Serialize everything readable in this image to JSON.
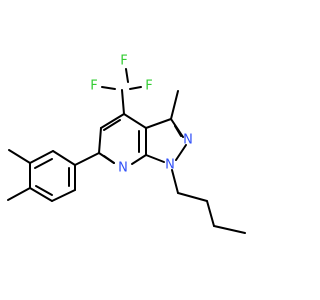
{
  "molecule": {
    "atoms": {
      "F1": {
        "symbol": "F",
        "color": "#33cc33"
      },
      "F2": {
        "symbol": "F",
        "color": "#33cc33"
      },
      "F3": {
        "symbol": "F",
        "color": "#33cc33"
      },
      "N1": {
        "symbol": "N",
        "color": "#3050f8"
      },
      "N2": {
        "symbol": "N",
        "color": "#3050f8"
      },
      "N3": {
        "symbol": "N",
        "color": "#3050f8"
      }
    },
    "bond_color": "#000000"
  }
}
